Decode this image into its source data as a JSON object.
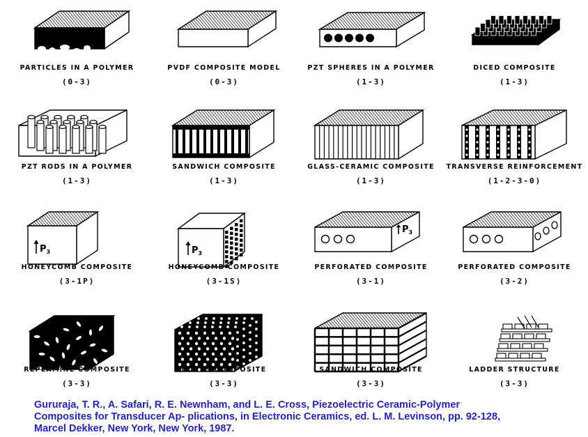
{
  "figures": [
    {
      "label": "PARTICLES IN A POLYMER",
      "code": "(0-3)",
      "kind": "particles"
    },
    {
      "label": "PVDF COMPOSITE MODEL",
      "code": "(0-3)",
      "kind": "plain"
    },
    {
      "label": "PZT SPHERES IN A POLYMER",
      "code": "(1-3)",
      "kind": "spheres"
    },
    {
      "label": "DICED COMPOSITE",
      "code": "(1-3)",
      "kind": "diced"
    },
    {
      "label": "PZT RODS IN A POLYMER",
      "code": "(1-3)",
      "kind": "rods"
    },
    {
      "label": "SANDWICH COMPOSITE",
      "code": "(1-3)",
      "kind": "sandwich"
    },
    {
      "label": "GLASS-CERAMIC COMPOSITE",
      "code": "(1-3)",
      "kind": "glass"
    },
    {
      "label": "TRANSVERSE REINFORCEMENT",
      "code": "(1-2-3-0)",
      "kind": "transverse"
    },
    {
      "label": "HONEYCOMB COMPOSITE",
      "code": "(3-1P)",
      "kind": "honeyP"
    },
    {
      "label": "HONEYCOMB COMPOSITE",
      "code": "(3-1S)",
      "kind": "honeyS"
    },
    {
      "label": "PERFORATED COMPOSITE",
      "code": "(3-1)",
      "kind": "perf1"
    },
    {
      "label": "PERFORATED COMPOSITE",
      "code": "(3-2)",
      "kind": "perf2"
    },
    {
      "label": "REPLAMINE COMPOSITE",
      "code": "(3-3)",
      "kind": "replamine"
    },
    {
      "label": "BURPS COMPOSITE",
      "code": "(3-3)",
      "kind": "burps"
    },
    {
      "label": "SANDWICH COMPOSITE",
      "code": "(3-3)",
      "kind": "sandwich33"
    },
    {
      "label": "LADDER STRUCTURE",
      "code": "(3-3)",
      "kind": "ladder"
    }
  ],
  "polarization_label": "P",
  "polarization_subscript": "3",
  "citation": {
    "line1": "Gururaja, T. R., A. Safari, R. E. Newnham, and L. E. Cross, Piezoelectric Ceramic-Polymer",
    "line2": "Composites for Transducer Ap- plications, in Electronic Ceramics, ed. L. M. Levinson, pp. 92-128,",
    "line3": "Marcel Dekker, New York, New York, 1987."
  }
}
